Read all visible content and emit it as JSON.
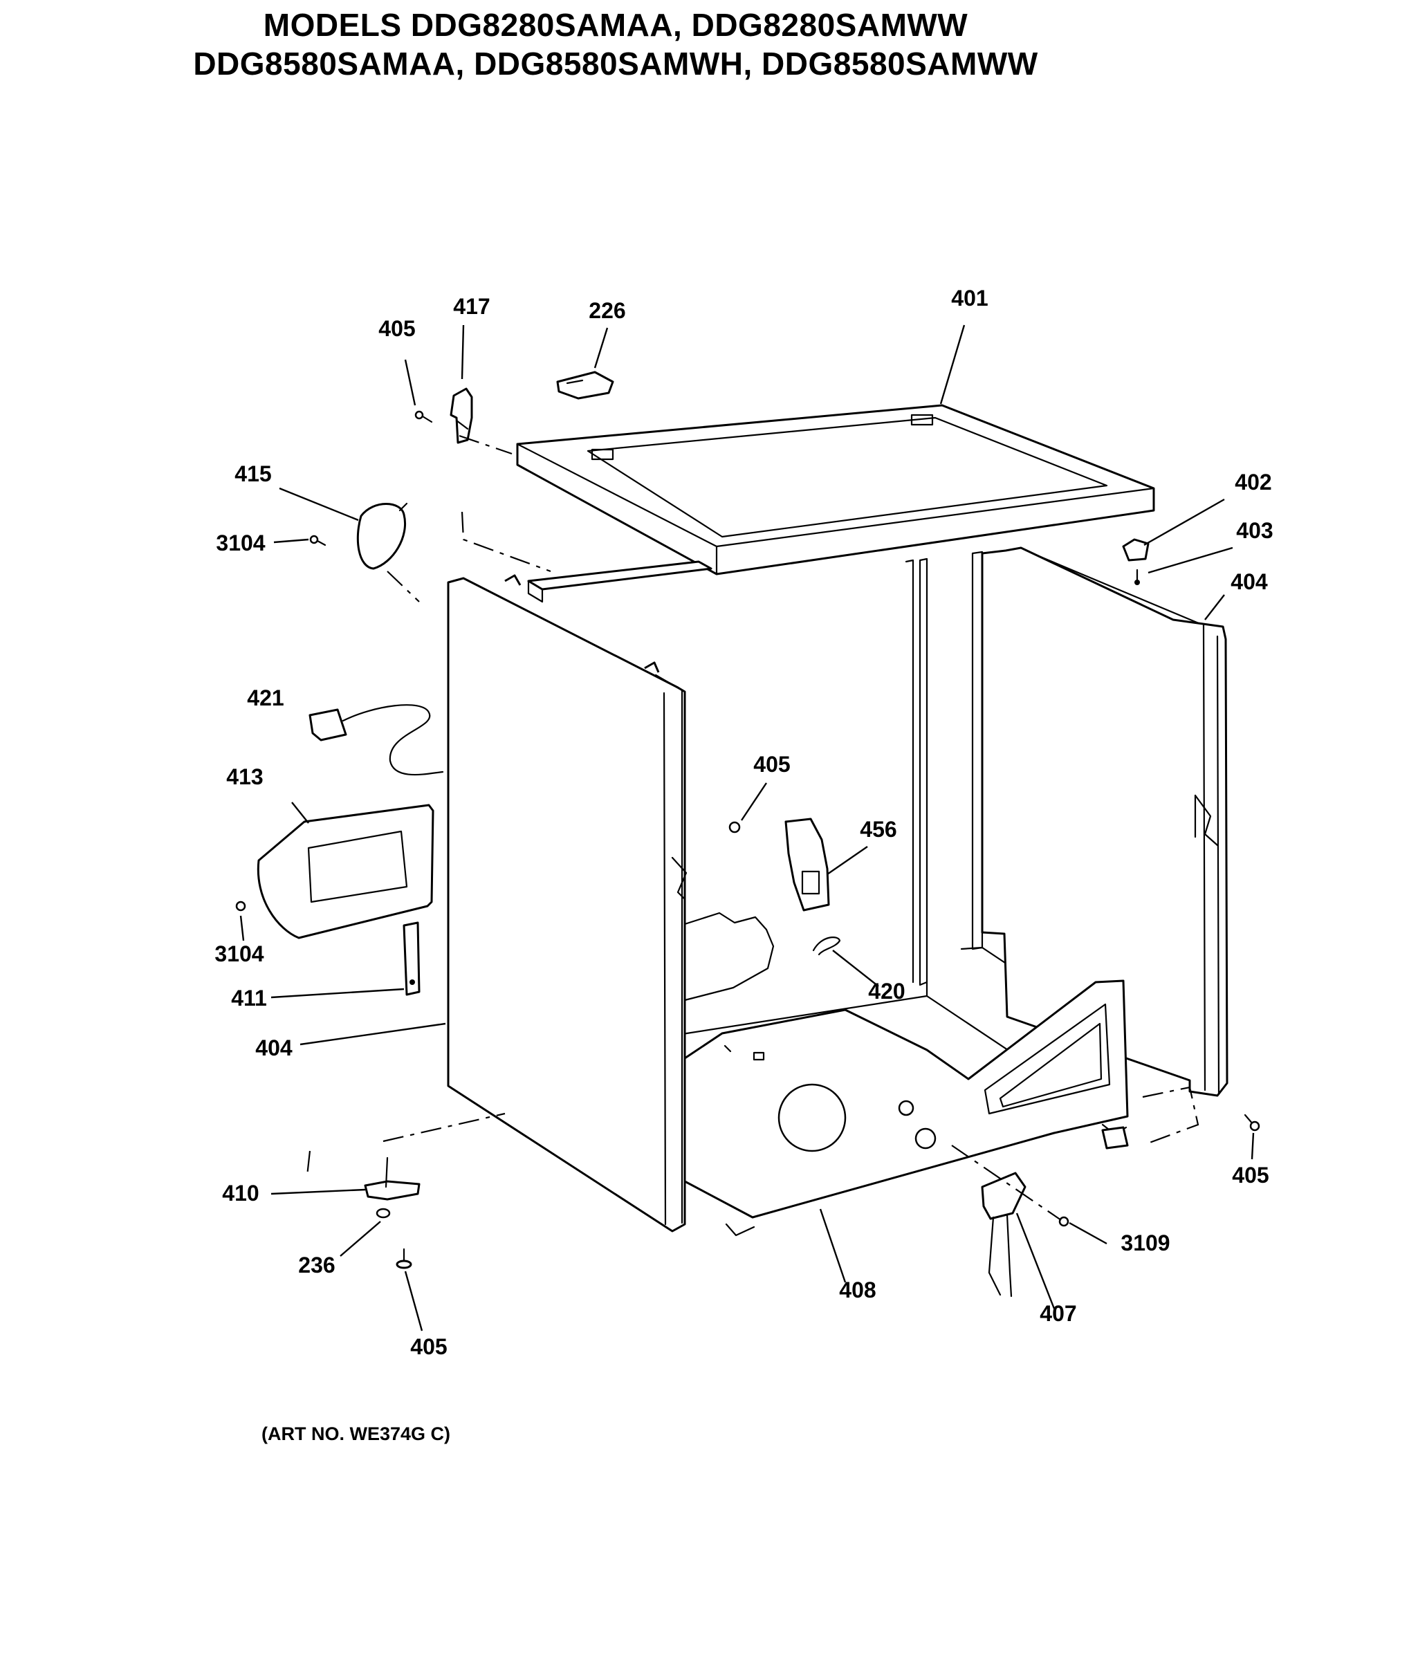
{
  "title": {
    "line1": "MODELS DDG8280SAMAA, DDG8280SAMWW",
    "line2": "DDG8580SAMAA, DDG8580SAMWH, DDG8580SAMWW"
  },
  "art_number": "(ART NO. WE374G C)",
  "callouts": [
    {
      "id": "c-405-a",
      "text": "405"
    },
    {
      "id": "c-417",
      "text": "417"
    },
    {
      "id": "c-226",
      "text": "226"
    },
    {
      "id": "c-401",
      "text": "401"
    },
    {
      "id": "c-415",
      "text": "415"
    },
    {
      "id": "c-402",
      "text": "402"
    },
    {
      "id": "c-3104-a",
      "text": "3104"
    },
    {
      "id": "c-403",
      "text": "403"
    },
    {
      "id": "c-404-a",
      "text": "404"
    },
    {
      "id": "c-421",
      "text": "421"
    },
    {
      "id": "c-405-b",
      "text": "405"
    },
    {
      "id": "c-413",
      "text": "413"
    },
    {
      "id": "c-456",
      "text": "456"
    },
    {
      "id": "c-3104-b",
      "text": "3104"
    },
    {
      "id": "c-420",
      "text": "420"
    },
    {
      "id": "c-411",
      "text": "411"
    },
    {
      "id": "c-404-b",
      "text": "404"
    },
    {
      "id": "c-405-c",
      "text": "405"
    },
    {
      "id": "c-410",
      "text": "410"
    },
    {
      "id": "c-3109",
      "text": "3109"
    },
    {
      "id": "c-236",
      "text": "236"
    },
    {
      "id": "c-408",
      "text": "408"
    },
    {
      "id": "c-407",
      "text": "407"
    },
    {
      "id": "c-405-d",
      "text": "405"
    }
  ]
}
